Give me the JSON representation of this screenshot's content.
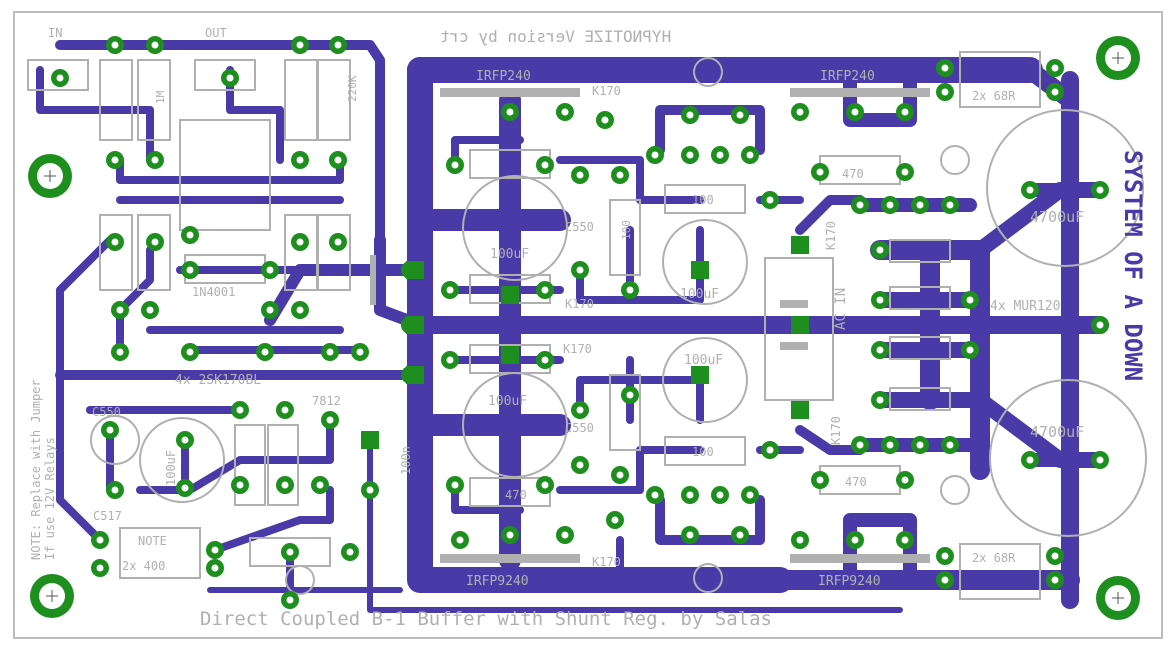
{
  "board": {
    "colors": {
      "trace": "#4a3aa8",
      "pad": "#1e8f1e",
      "silk": "#b0b0b0",
      "outline": "#bdbdbd",
      "background": "#ffffff"
    },
    "title_bottom": "Direct Coupled B-1 Buffer with Shunt Reg. by Salas",
    "title_top": "HYPNOTIZE Version by crt",
    "side_text": "SYSTEM OF A DOWN",
    "note_line1": "NOTE: Replace with Jumper",
    "note_line2": "If use 12V Relays"
  },
  "labels": {
    "in": "IN",
    "out": "OUT",
    "irfp_tl": "IRFP240",
    "irfp_tr": "IRFP240",
    "irfp_bl": "IRFP9240",
    "irfp_br": "IRFP9240",
    "k170_top": "K170",
    "k170_mid": "K170",
    "k170_right": "K170",
    "k170_lower": "K170",
    "k170_br": "K170",
    "k170_bottom": "K170",
    "c550_top": "C550",
    "c550_bot": "C550",
    "c550_left": "C550",
    "c517": "C517",
    "cap_100uf_1": "100uF",
    "cap_100uf_2": "100uF",
    "cap_100uf_3": "100uF",
    "cap_100uf_4": "100uF",
    "cap_4700_top": "4700uF",
    "cap_4700_bot": "4700uF",
    "cap_100uf_left": "100uF",
    "r_100_top": "100",
    "r_100_bot": "100",
    "r_470_a": "470",
    "r_470_b": "470",
    "r_470_c": "470",
    "r_68r_top": "2x 68R",
    "r_68r_bot": "2x 68R",
    "r_2x400": "2x 400",
    "note_part": "NOTE",
    "diode": "1N4001",
    "rect": "4x MUR120",
    "jfets": "4x 2SK170BL",
    "reg": "7812",
    "ac_in": "AC IN",
    "cap_100n": "100n",
    "r_220k": "220K",
    "r_1m": "1M",
    "r_100k": "100"
  }
}
